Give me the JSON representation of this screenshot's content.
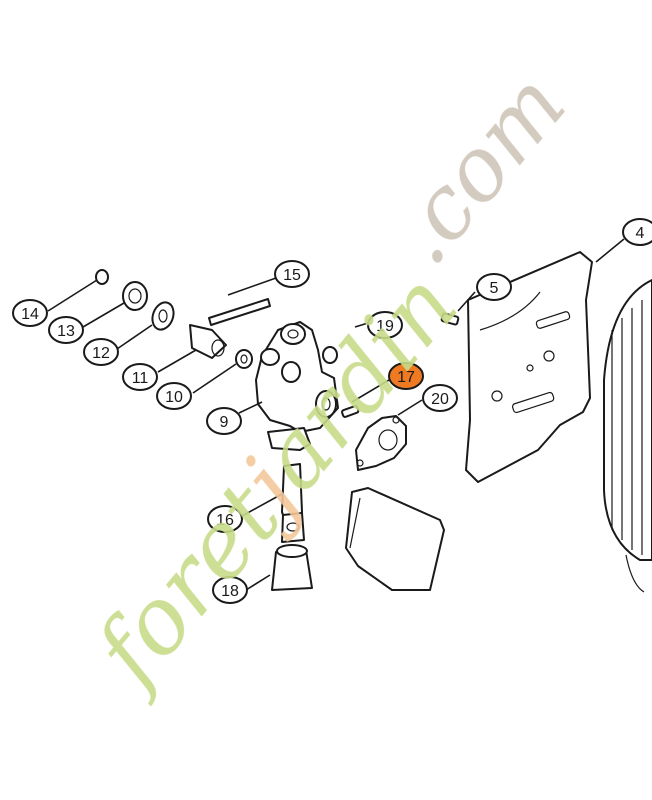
{
  "diagram": {
    "highlight_color": "#f07a22",
    "callouts": [
      {
        "id": "4",
        "label": "4",
        "highlighted": false
      },
      {
        "id": "5",
        "label": "5",
        "highlighted": false
      },
      {
        "id": "9",
        "label": "9",
        "highlighted": false
      },
      {
        "id": "10",
        "label": "10",
        "highlighted": false
      },
      {
        "id": "11",
        "label": "11",
        "highlighted": false
      },
      {
        "id": "12",
        "label": "12",
        "highlighted": false
      },
      {
        "id": "13",
        "label": "13",
        "highlighted": false
      },
      {
        "id": "14",
        "label": "14",
        "highlighted": false
      },
      {
        "id": "15",
        "label": "15",
        "highlighted": false
      },
      {
        "id": "16",
        "label": "16",
        "highlighted": false
      },
      {
        "id": "17",
        "label": "17",
        "highlighted": true
      },
      {
        "id": "18",
        "label": "18",
        "highlighted": false
      },
      {
        "id": "19",
        "label": "19",
        "highlighted": false
      },
      {
        "id": "20",
        "label": "20",
        "highlighted": false
      }
    ]
  },
  "watermark": {
    "text_green": "foretjardin",
    "text_orange": "j",
    "text_domain": ".com",
    "green_color": "#c8dc8a",
    "orange_color": "#f3c89a",
    "gray_color": "#cfc6b9"
  }
}
